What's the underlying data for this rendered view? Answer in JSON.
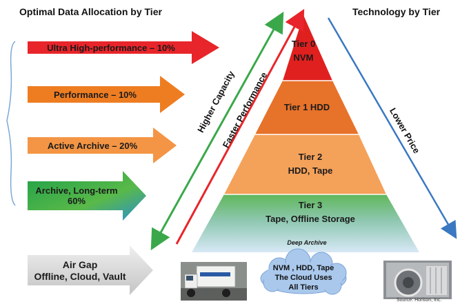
{
  "headings": {
    "left": "Optimal Data Allocation by Tier",
    "right": "Technology by Tier"
  },
  "allocation_arrows": [
    {
      "label": "Ultra High-performance – 10%",
      "color": "#e8252a"
    },
    {
      "label": "Performance – 10%",
      "color": "#ee7d22"
    },
    {
      "label": "Active Archive – 20%",
      "color": "#f39544"
    },
    {
      "label_line1": "Archive, Long-term",
      "label_line2": "60%",
      "color": "#3aa84a"
    }
  ],
  "air_gap": {
    "line1": "Air Gap",
    "line2": "Offline, Cloud, Vault",
    "color": "#d9d9d9"
  },
  "pyramid": {
    "tier0": {
      "line1": "Tier 0",
      "line2": "NVM",
      "color": "#e0201f"
    },
    "tier1": {
      "line1": "Tier 1 HDD",
      "color": "#e7722a"
    },
    "tier2": {
      "line1": "Tier 2",
      "line2": "HDD, Tape",
      "color": "#f4a15a"
    },
    "tier3": {
      "line1": "Tier 3",
      "line2": "Tape, Offline Storage",
      "color": "#3aa948"
    },
    "base_label": "Deep Archive"
  },
  "side_arrows": {
    "higher_capacity": "Higher Capacity",
    "faster_performance": "Faster Performance",
    "lower_price": "Lower Price"
  },
  "cloud": {
    "line1": "NVM , HDD, Tape",
    "line2": "The Cloud Uses",
    "line3": "All Tiers",
    "color": "#a9c8ec"
  },
  "images": {
    "truck": "truck-icon",
    "vault": "vault-icon"
  },
  "source": "Source: Horison, Inc."
}
